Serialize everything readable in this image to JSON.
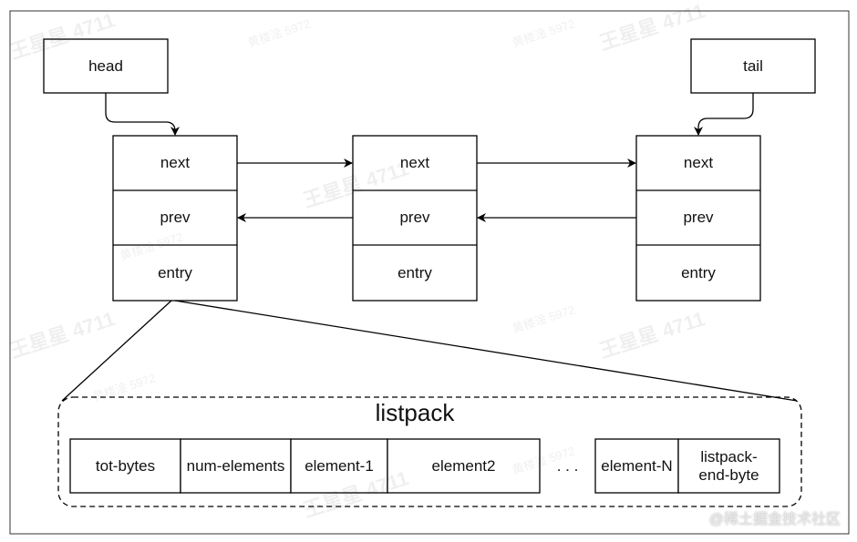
{
  "head": "head",
  "tail": "tail",
  "nodes": [
    {
      "next": "next",
      "prev": "prev",
      "entry": "entry"
    },
    {
      "next": "next",
      "prev": "prev",
      "entry": "entry"
    },
    {
      "next": "next",
      "prev": "prev",
      "entry": "entry"
    }
  ],
  "listpack": {
    "title": "listpack",
    "cells": [
      "tot-bytes",
      "num-elements",
      "element-1",
      "element2",
      "element-N",
      "listpack-end-byte"
    ],
    "ellipsis": ". . ."
  },
  "watermarks": {
    "big": "王星星 4711",
    "small": "黄楼淦 5972"
  },
  "footer": "@稀土掘金技术社区"
}
